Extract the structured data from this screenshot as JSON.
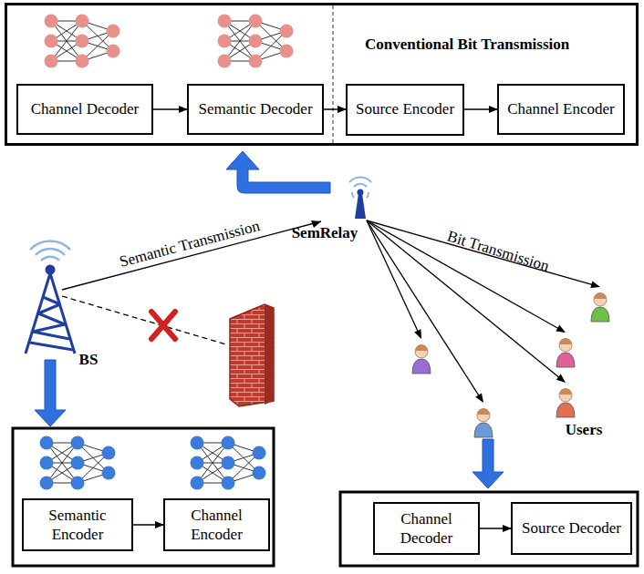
{
  "diagram": {
    "nodes": [
      {
        "text": [
          "Conventional Bit Transmission"
        ]
      },
      {
        "text": [
          "Channel Decoder"
        ],
        "in": 0
      },
      {
        "text": [
          "Semantic Decoder"
        ],
        "in": 0
      },
      {
        "text": [
          "Source Encoder"
        ],
        "in": 0
      },
      {
        "text": [
          "Channel Encoder"
        ],
        "in": 0
      },
      {
        "text": [
          "Semantic Encoder"
        ]
      },
      {
        "text": [
          "Channel Encoder"
        ]
      },
      {
        "text": [
          "Channel Decoder"
        ]
      },
      {
        "text": [
          "Source Decoder"
        ]
      }
    ],
    "edges": [
      {
        "from": 1,
        "to": 2,
        "arrow": "to"
      },
      {
        "from": 2,
        "to": 3,
        "arrow": "to"
      },
      {
        "from": 3,
        "to": 4,
        "arrow": "to"
      },
      {
        "from": 5,
        "to": 6,
        "arrow": "to"
      },
      {
        "from": 7,
        "to": 8,
        "arrow": "to"
      }
    ],
    "labels": [
      "Semantic Transmission",
      "SemRelay",
      "Bit Transmission",
      "BS",
      "Users"
    ]
  }
}
